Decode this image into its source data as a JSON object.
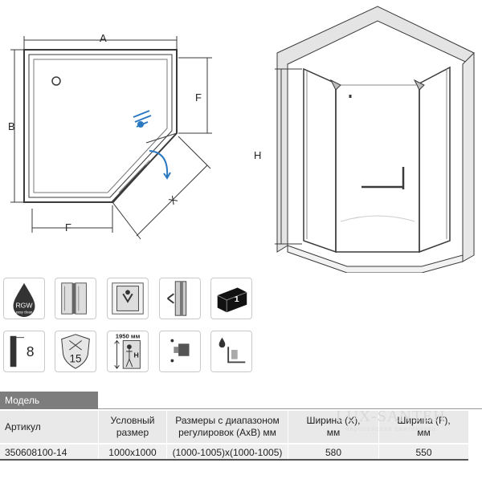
{
  "drawing": {
    "dim_a": "A",
    "dim_b": "B",
    "dim_f_side": "F",
    "dim_f_bottom": "F",
    "dim_x": "X",
    "dim_h": "H"
  },
  "icons": {
    "rgw_label": "RGW",
    "rgw_sub": "easy clean",
    "box_count": "1",
    "glass_thickness": "8",
    "safety_number": "15",
    "height_label": "1950 мм",
    "height_letter": "H"
  },
  "table": {
    "section_label": "Модель",
    "headers": {
      "article": "Артикул",
      "nominal_size": "Условный размер",
      "dimensions": "Размеры с диапазоном регулировок (AxB) мм",
      "width_x": "Ширина (X), мм",
      "width_f": "Ширина (F), мм"
    },
    "row": {
      "article": "350608100-14",
      "nominal_size": "1000x1000",
      "dimensions": "(1000-1005)x(1000-1005)",
      "width_x": "580",
      "width_f": "550"
    }
  },
  "watermark": {
    "brand": "LUX-SANTEH",
    "tagline": "европейская сантехника"
  },
  "colors": {
    "line": "#3a3a3a",
    "header_bg": "#e9e9e9",
    "model_bar": "#7d7d7d",
    "accent_blue": "#2b78c2"
  }
}
